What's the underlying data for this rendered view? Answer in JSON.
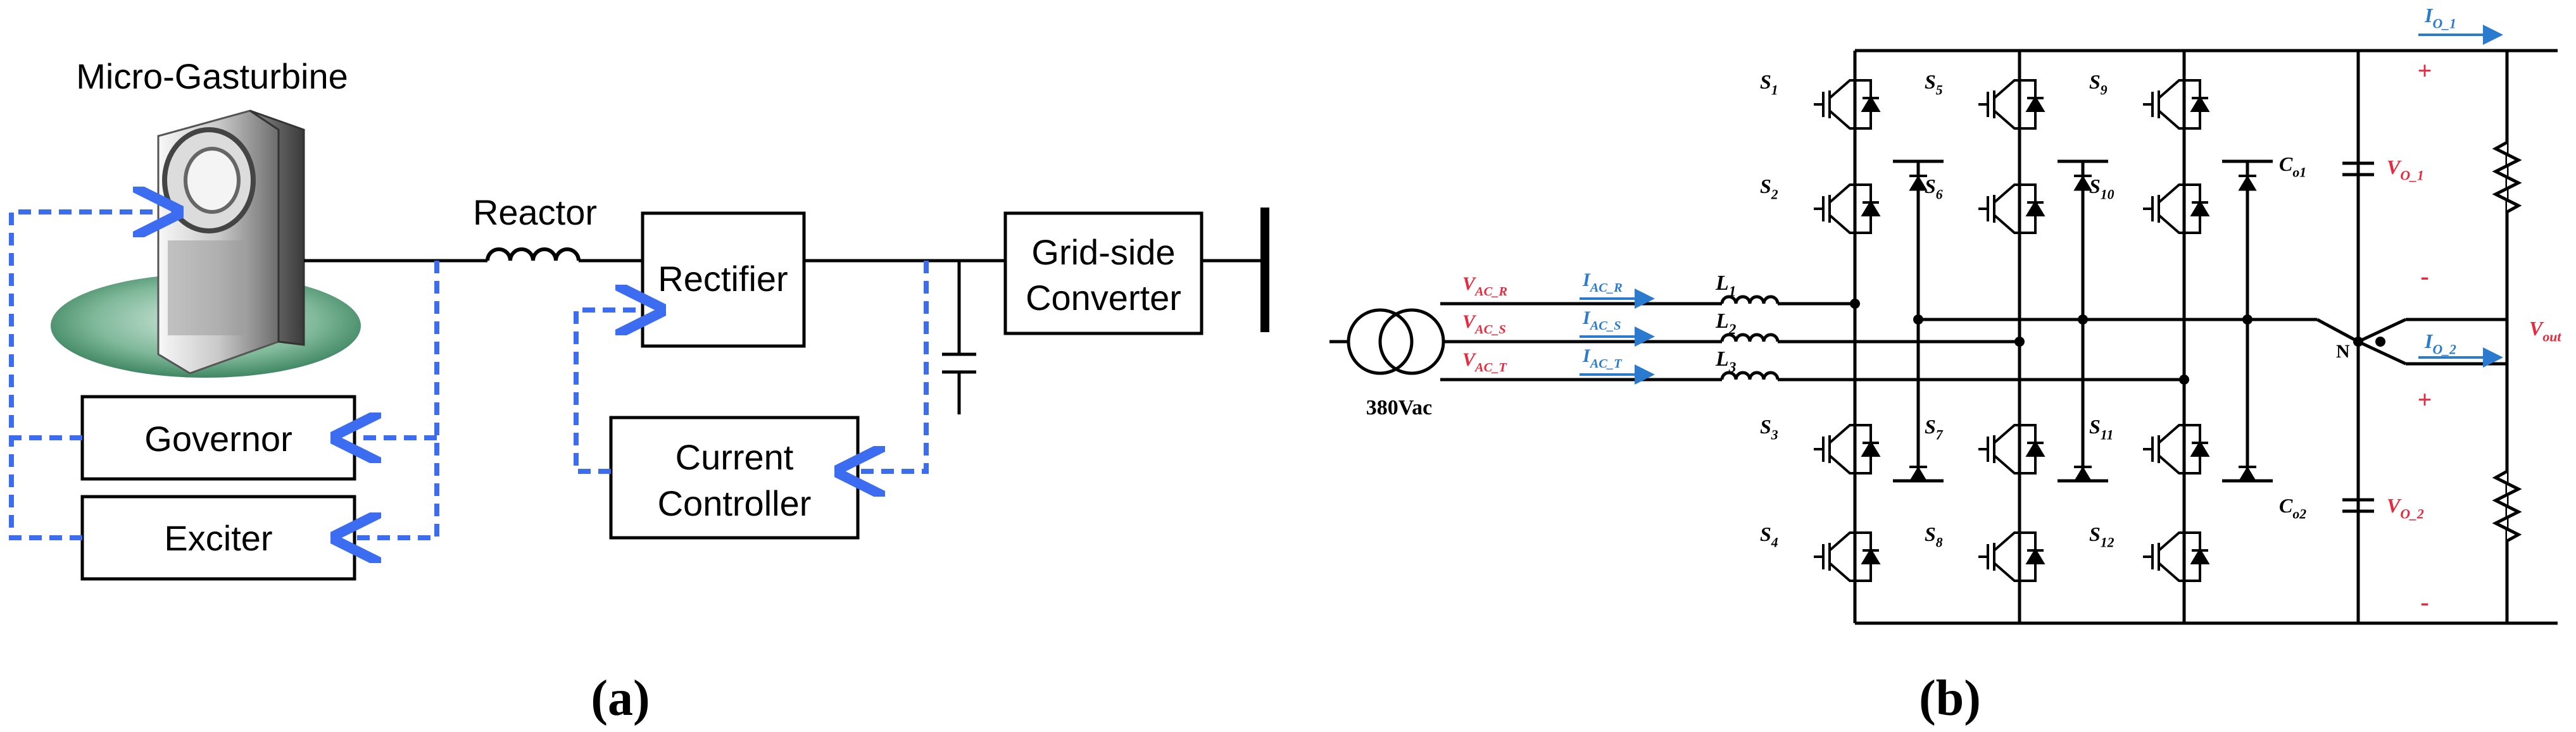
{
  "panel_a": {
    "caption": "(a)",
    "turbine_label": "Micro-Gasturbine",
    "reactor_label": "Reactor",
    "rectifier_label": "Rectifier",
    "grid_converter_label_line1": "Grid-side",
    "grid_converter_label_line2": "Converter",
    "current_controller_label_line1": "Current",
    "current_controller_label_line2": "Controller",
    "governor_label": "Governor",
    "exciter_label": "Exciter",
    "signal_color": "#3c6cf0"
  },
  "panel_b": {
    "caption": "(b)",
    "source_label": "380Vac",
    "neutral_label": "N",
    "phase_voltages": [
      {
        "base": "V",
        "sub": "AC_R"
      },
      {
        "base": "V",
        "sub": "AC_S"
      },
      {
        "base": "V",
        "sub": "AC_T"
      }
    ],
    "phase_currents": [
      {
        "base": "I",
        "sub": "AC_R"
      },
      {
        "base": "I",
        "sub": "AC_S"
      },
      {
        "base": "I",
        "sub": "AC_T"
      }
    ],
    "inductors": [
      {
        "base": "L",
        "sub": "1"
      },
      {
        "base": "L",
        "sub": "2"
      },
      {
        "base": "L",
        "sub": "3"
      }
    ],
    "switches": [
      {
        "base": "S",
        "sub": "1"
      },
      {
        "base": "S",
        "sub": "2"
      },
      {
        "base": "S",
        "sub": "5"
      },
      {
        "base": "S",
        "sub": "6"
      },
      {
        "base": "S",
        "sub": "9"
      },
      {
        "base": "S",
        "sub": "10"
      },
      {
        "base": "S",
        "sub": "3"
      },
      {
        "base": "S",
        "sub": "4"
      },
      {
        "base": "S",
        "sub": "7"
      },
      {
        "base": "S",
        "sub": "8"
      },
      {
        "base": "S",
        "sub": "11"
      },
      {
        "base": "S",
        "sub": "12"
      }
    ],
    "capacitors": [
      {
        "base": "C",
        "sub": "o1"
      },
      {
        "base": "C",
        "sub": "o2"
      }
    ],
    "output_voltages": [
      {
        "base": "V",
        "sub": "O_1"
      },
      {
        "base": "V",
        "sub": "O_2"
      }
    ],
    "output_currents": [
      {
        "base": "I",
        "sub": "O_1"
      },
      {
        "base": "I",
        "sub": "O_2"
      }
    ],
    "vout": {
      "base": "V",
      "sub": "out"
    },
    "plus_sign": "+",
    "minus_sign": "-",
    "voltage_color": "#e8283c",
    "current_color": "#2a7ad0"
  }
}
